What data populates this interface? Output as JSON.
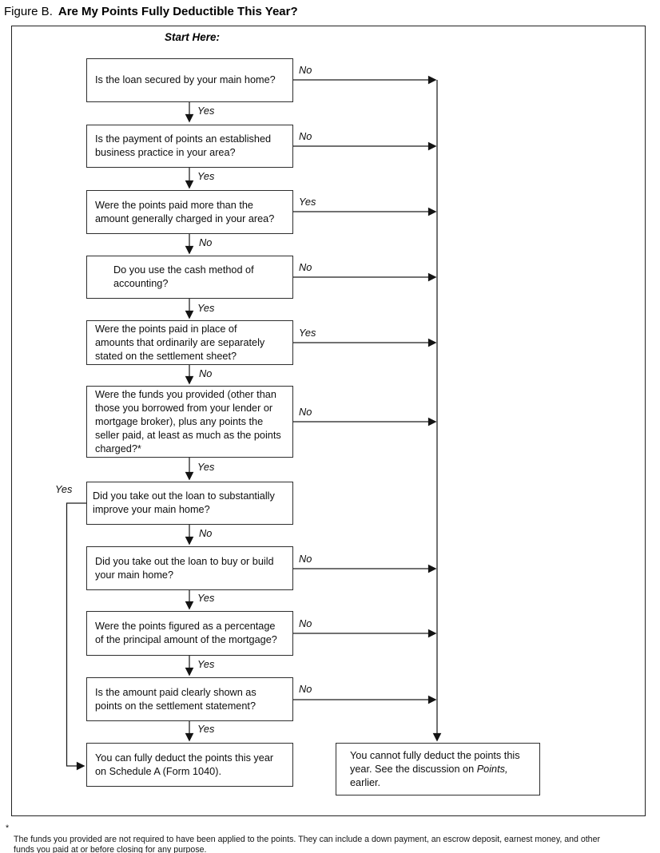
{
  "title": {
    "prefix": "Figure B.",
    "main": "Are My Points Fully Deductible This Year?"
  },
  "start_here": "Start Here:",
  "boxes": {
    "q1": {
      "text": "Is the loan secured by your main home?"
    },
    "q2": {
      "text": "Is the payment of points an established\nbusiness practice in your area?"
    },
    "q3": {
      "text": "Were the points paid more than the\namount generally charged in your area?"
    },
    "q4": {
      "text": "Do you use the cash method of\naccounting?"
    },
    "q5": {
      "text": "Were the points paid in place of\namounts that ordinarily are separately\nstated on the settlement sheet?"
    },
    "q6": {
      "text": "Were the funds you provided (other than\nthose you borrowed from your lender or\nmortgage broker), plus any points the\nseller paid, at least as much as the points\ncharged?*"
    },
    "q7": {
      "text": "Did you take out the loan to substantially\nimprove your main home?"
    },
    "q8": {
      "text": "Did you take out the loan to buy or build\nyour main home?"
    },
    "q9": {
      "text": "Were the points figured as a percentage\nof the principal amount of the mortgage?"
    },
    "q10": {
      "text": "Is the amount paid clearly shown as\npoints on the settlement statement?"
    },
    "result_yes": {
      "text": "You can fully deduct the points this year\non Schedule A (Form 1040)."
    },
    "result_no": {
      "before": "You cannot fully deduct the points this\nyear. See the discussion on ",
      "italic": "Points,",
      "after": "\nearlier."
    }
  },
  "edges": [
    {
      "from": "q1",
      "answer": "No",
      "to": "result_no"
    },
    {
      "from": "q1",
      "answer": "Yes",
      "to": "q2"
    },
    {
      "from": "q2",
      "answer": "No",
      "to": "result_no"
    },
    {
      "from": "q2",
      "answer": "Yes",
      "to": "q3"
    },
    {
      "from": "q3",
      "answer": "Yes",
      "to": "result_no"
    },
    {
      "from": "q3",
      "answer": "No",
      "to": "q4"
    },
    {
      "from": "q4",
      "answer": "No",
      "to": "result_no"
    },
    {
      "from": "q4",
      "answer": "Yes",
      "to": "q5"
    },
    {
      "from": "q5",
      "answer": "Yes",
      "to": "result_no"
    },
    {
      "from": "q5",
      "answer": "No",
      "to": "q6"
    },
    {
      "from": "q6",
      "answer": "No",
      "to": "result_no"
    },
    {
      "from": "q6",
      "answer": "Yes",
      "to": "q7"
    },
    {
      "from": "q7",
      "answer": "Yes",
      "to": "result_yes"
    },
    {
      "from": "q7",
      "answer": "No",
      "to": "q8"
    },
    {
      "from": "q8",
      "answer": "No",
      "to": "result_no"
    },
    {
      "from": "q8",
      "answer": "Yes",
      "to": "q9"
    },
    {
      "from": "q9",
      "answer": "No",
      "to": "result_no"
    },
    {
      "from": "q9",
      "answer": "Yes",
      "to": "q10"
    },
    {
      "from": "q10",
      "answer": "No",
      "to": "result_no"
    },
    {
      "from": "q10",
      "answer": "Yes",
      "to": "result_yes"
    }
  ],
  "footnote": {
    "marker": "*",
    "text": "The funds you provided are not required to have been applied to the points. They can include a down payment, an escrow deposit, earnest money, and other\nfunds you paid at or before closing for any purpose."
  }
}
